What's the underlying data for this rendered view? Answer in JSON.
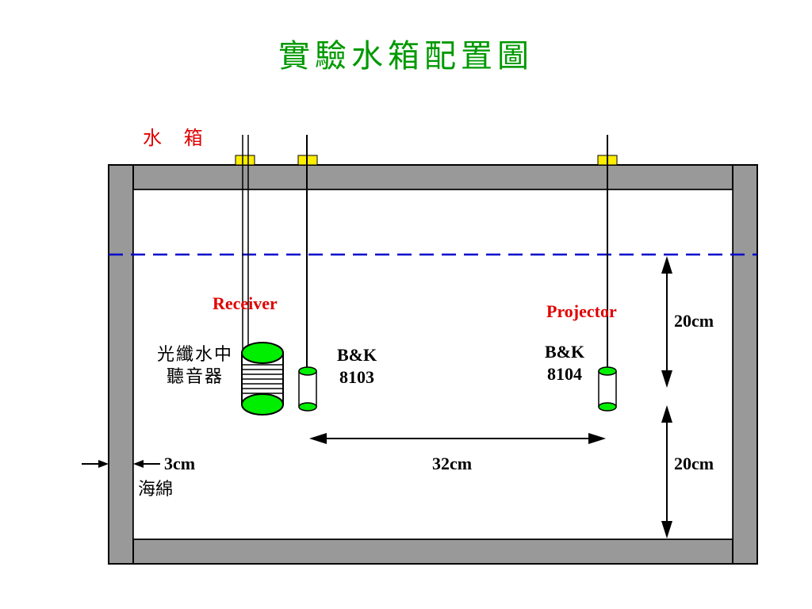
{
  "title": "實驗水箱配置圖",
  "labels": {
    "tank": "水 箱",
    "receiver": "Receiver",
    "projector": "Projector",
    "bk8103_line1": "B&K",
    "bk8103_line2": "8103",
    "bk8104_line1": "B&K",
    "bk8104_line2": "8104",
    "fiber_hydrophone_line1": "光纖水中",
    "fiber_hydrophone_line2": "聽音器",
    "sponge": "海綿"
  },
  "dimensions": {
    "wall_thickness": "3cm",
    "hydrophone_spacing": "32cm",
    "upper_depth": "20cm",
    "lower_depth": "20cm"
  },
  "colors": {
    "title": "#009900",
    "accent_red": "#e00000",
    "wall": "#999999",
    "water_line": "#0000cc",
    "mount": "#ffee00",
    "hydrophone_cap": "#00ee00"
  }
}
